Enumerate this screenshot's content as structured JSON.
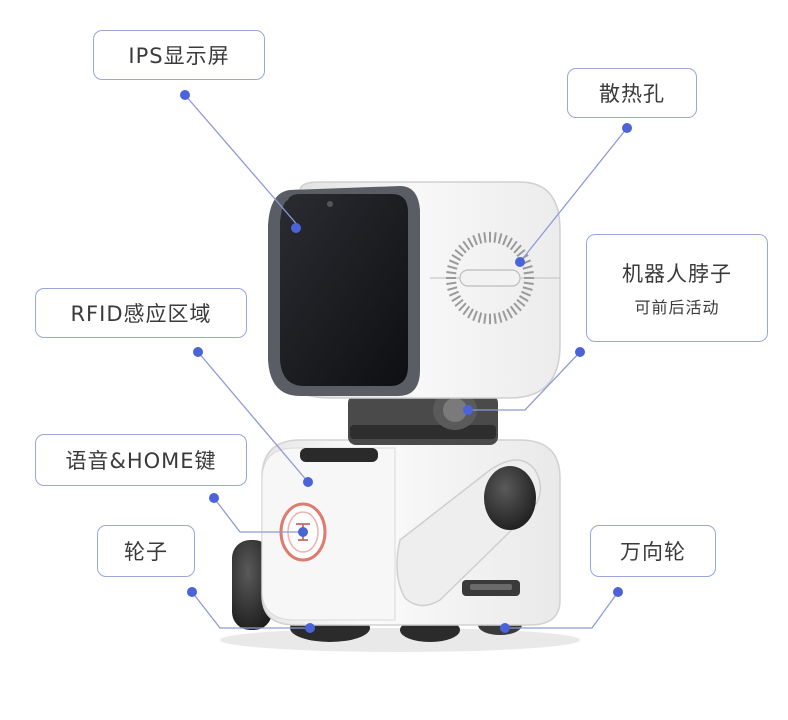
{
  "labels": {
    "ips_screen": "IPS显示屏",
    "vents": "散热孔",
    "neck_title": "机器人脖子",
    "neck_sub": "可前后活动",
    "rfid": "RFID感应区域",
    "voice_home": "语音&HOME键",
    "wheels": "轮子",
    "caster": "万向轮"
  },
  "colors": {
    "callout_line": "#8f9ad8",
    "callout_dot": "#4b63d8",
    "label_border": "#9aa6dc",
    "robot_body": "#f4f4f4",
    "screen": "#1c1e22",
    "button_ring": "#e07a6e"
  }
}
